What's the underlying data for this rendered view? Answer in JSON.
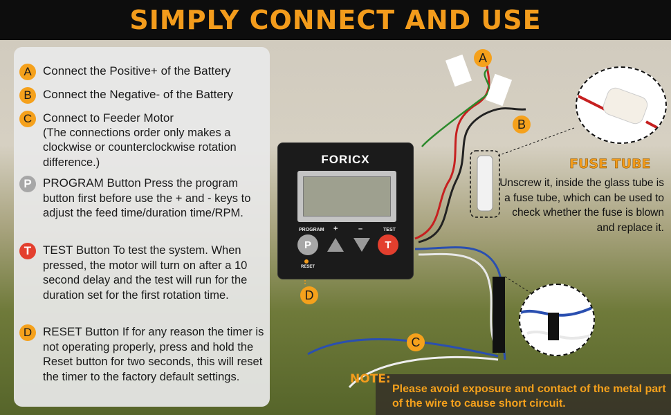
{
  "header": {
    "title": "SIMPLY CONNECT AND USE"
  },
  "colors": {
    "accent": "#f39c1c",
    "header_bg": "#0d0d0d",
    "test_red": "#e33f2e",
    "program_grey": "#a7a7a7"
  },
  "instructions": [
    {
      "badge": "A",
      "title": "Connect the Positive+ of the Battery",
      "body": ""
    },
    {
      "badge": "B",
      "title": "Connect the Negative- of the Battery",
      "body": ""
    },
    {
      "badge": "C",
      "title": "Connect to Feeder Motor",
      "body": "(The connections order only makes a clockwise or counterclockwise rotation difference.)"
    },
    {
      "badge": "P",
      "title": "PROGRAM Button",
      "body": "Press the program button first before use the + and - keys to adjust the feed time/duration time/RPM."
    },
    {
      "badge": "T",
      "title": "TEST Button",
      "body": "To test the system. When pressed, the motor will turn on after a 10 second delay and the test will run for the duration set for the first rotation time."
    },
    {
      "badge": "D",
      "title": "RESET Button",
      "body": "If for any reason the timer is not operating properly, press and hold the Reset button for two seconds, this will reset the timer to the factory default settings."
    }
  ],
  "device": {
    "brand": "FORICX",
    "labels": {
      "program": "PROGRAM",
      "plus": "+",
      "minus": "–",
      "test": "TEST",
      "reset": "RESET"
    },
    "buttons": {
      "program": "P",
      "test": "T"
    }
  },
  "markers": {
    "a": "A",
    "b": "B",
    "c": "C",
    "d": "D"
  },
  "fuse": {
    "title": "FUSE TUBE",
    "description": "Unscrew it, inside the glass tube  is a fuse tube, which can be used to check whether the fuse is blown and replace it."
  },
  "note": {
    "label": "NOTE:",
    "text": "Please avoid exposure and contact of the metal part of the wire to cause short circuit."
  }
}
